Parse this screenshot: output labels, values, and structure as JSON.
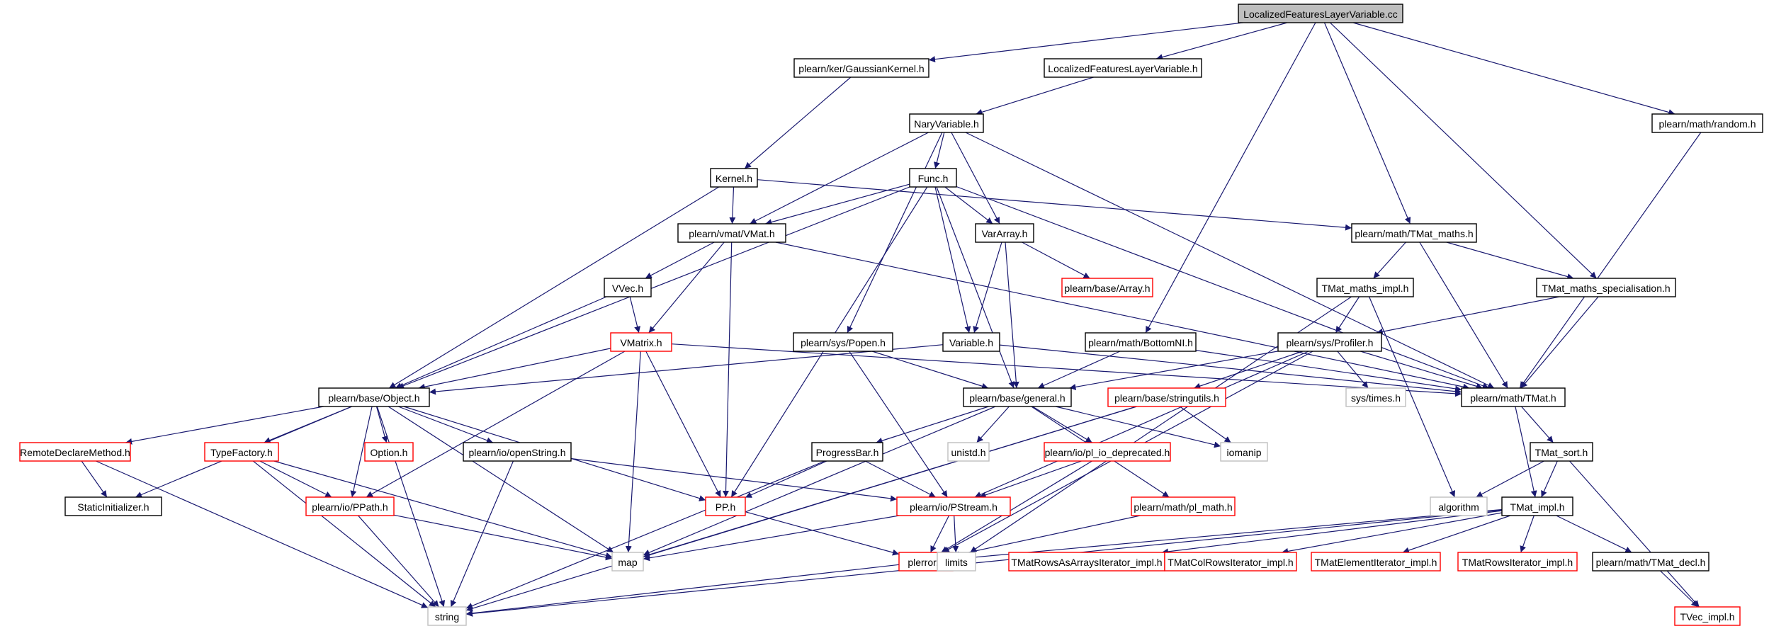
{
  "graph": {
    "nodes": [
      {
        "id": "root",
        "label": "LocalizedFeaturesLayerVariable.cc",
        "style": "root"
      },
      {
        "id": "gauss",
        "label": "plearn/ker/GaussianKernel.h",
        "style": "black"
      },
      {
        "id": "lflv_h",
        "label": "LocalizedFeaturesLayerVariable.h",
        "style": "black"
      },
      {
        "id": "random",
        "label": "plearn/math/random.h",
        "style": "black"
      },
      {
        "id": "nary",
        "label": "NaryVariable.h",
        "style": "black"
      },
      {
        "id": "kernel",
        "label": "Kernel.h",
        "style": "black"
      },
      {
        "id": "func",
        "label": "Func.h",
        "style": "black"
      },
      {
        "id": "vmat",
        "label": "plearn/vmat/VMat.h",
        "style": "black"
      },
      {
        "id": "vararray",
        "label": "VarArray.h",
        "style": "black"
      },
      {
        "id": "tmat_maths",
        "label": "plearn/math/TMat_maths.h",
        "style": "black"
      },
      {
        "id": "vvec",
        "label": "VVec.h",
        "style": "black"
      },
      {
        "id": "array",
        "label": "plearn/base/Array.h",
        "style": "red"
      },
      {
        "id": "tmat_maths_impl",
        "label": "TMat_maths_impl.h",
        "style": "black"
      },
      {
        "id": "tmat_spec",
        "label": "TMat_maths_specialisation.h",
        "style": "black"
      },
      {
        "id": "vmatrix",
        "label": "VMatrix.h",
        "style": "red"
      },
      {
        "id": "popen",
        "label": "plearn/sys/Popen.h",
        "style": "black"
      },
      {
        "id": "variable",
        "label": "Variable.h",
        "style": "black"
      },
      {
        "id": "bottomnl",
        "label": "plearn/math/BottomNI.h",
        "style": "black"
      },
      {
        "id": "profiler",
        "label": "plearn/sys/Profiler.h",
        "style": "black"
      },
      {
        "id": "object",
        "label": "plearn/base/Object.h",
        "style": "black"
      },
      {
        "id": "general",
        "label": "plearn/base/general.h",
        "style": "black"
      },
      {
        "id": "stringutils",
        "label": "plearn/base/stringutils.h",
        "style": "red"
      },
      {
        "id": "systimes",
        "label": "sys/times.h",
        "style": "gray"
      },
      {
        "id": "tmat",
        "label": "plearn/math/TMat.h",
        "style": "black"
      },
      {
        "id": "remote",
        "label": "RemoteDeclareMethod.h",
        "style": "red"
      },
      {
        "id": "typefactory",
        "label": "TypeFactory.h",
        "style": "red"
      },
      {
        "id": "option",
        "label": "Option.h",
        "style": "red"
      },
      {
        "id": "openstring",
        "label": "plearn/io/openString.h",
        "style": "black"
      },
      {
        "id": "progressbar",
        "label": "ProgressBar.h",
        "style": "black"
      },
      {
        "id": "unistd",
        "label": "unistd.h",
        "style": "gray"
      },
      {
        "id": "pl_io_dep",
        "label": "plearn/io/pl_io_deprecated.h",
        "style": "red"
      },
      {
        "id": "iomanip",
        "label": "iomanip",
        "style": "gray"
      },
      {
        "id": "tmat_sort",
        "label": "TMat_sort.h",
        "style": "black"
      },
      {
        "id": "staticinit",
        "label": "StaticInitializer.h",
        "style": "black"
      },
      {
        "id": "ppath",
        "label": "plearn/io/PPath.h",
        "style": "red"
      },
      {
        "id": "pp",
        "label": "PP.h",
        "style": "red"
      },
      {
        "id": "pstream",
        "label": "plearn/io/PStream.h",
        "style": "red"
      },
      {
        "id": "pl_math",
        "label": "plearn/math/pl_math.h",
        "style": "red"
      },
      {
        "id": "algorithm",
        "label": "algorithm",
        "style": "gray"
      },
      {
        "id": "tmat_impl",
        "label": "TMat_impl.h",
        "style": "black"
      },
      {
        "id": "map",
        "label": "map",
        "style": "gray"
      },
      {
        "id": "plerror",
        "label": "plerror.h",
        "style": "red"
      },
      {
        "id": "limits",
        "label": "limits",
        "style": "gray"
      },
      {
        "id": "rowsasarrays",
        "label": "TMatRowsAsArraysIterator_impl.h",
        "style": "red"
      },
      {
        "id": "colrows",
        "label": "TMatColRowsIterator_impl.h",
        "style": "red"
      },
      {
        "id": "elemiter",
        "label": "TMatElementIterator_impl.h",
        "style": "red"
      },
      {
        "id": "rowsiter",
        "label": "TMatRowsIterator_impl.h",
        "style": "red"
      },
      {
        "id": "tmat_decl",
        "label": "plearn/math/TMat_decl.h",
        "style": "black"
      },
      {
        "id": "string",
        "label": "string",
        "style": "gray"
      },
      {
        "id": "tvec_impl",
        "label": "TVec_impl.h",
        "style": "red"
      }
    ],
    "edges": [
      [
        "root",
        "gauss"
      ],
      [
        "root",
        "lflv_h"
      ],
      [
        "root",
        "random"
      ],
      [
        "root",
        "tmat_maths"
      ],
      [
        "root",
        "bottomnl"
      ],
      [
        "root",
        "tmat_spec"
      ],
      [
        "gauss",
        "kernel"
      ],
      [
        "lflv_h",
        "nary"
      ],
      [
        "random",
        "tmat"
      ],
      [
        "nary",
        "func"
      ],
      [
        "nary",
        "vararray"
      ],
      [
        "nary",
        "vmat"
      ],
      [
        "nary",
        "popen"
      ],
      [
        "nary",
        "tmat"
      ],
      [
        "kernel",
        "vmat"
      ],
      [
        "kernel",
        "tmat_maths"
      ],
      [
        "kernel",
        "object"
      ],
      [
        "func",
        "vmat"
      ],
      [
        "func",
        "vararray"
      ],
      [
        "func",
        "variable"
      ],
      [
        "func",
        "general"
      ],
      [
        "func",
        "object"
      ],
      [
        "func",
        "pp"
      ],
      [
        "func",
        "tmat"
      ],
      [
        "vmat",
        "vvec"
      ],
      [
        "vmat",
        "vmatrix"
      ],
      [
        "vmat",
        "pp"
      ],
      [
        "vmat",
        "tmat"
      ],
      [
        "vararray",
        "array"
      ],
      [
        "vararray",
        "variable"
      ],
      [
        "vararray",
        "general"
      ],
      [
        "tmat_maths",
        "tmat_maths_impl"
      ],
      [
        "tmat_maths",
        "tmat_spec"
      ],
      [
        "tmat_maths",
        "tmat"
      ],
      [
        "vvec",
        "vmatrix"
      ],
      [
        "vvec",
        "object"
      ],
      [
        "tmat_maths_impl",
        "profiler"
      ],
      [
        "tmat_maths_impl",
        "algorithm"
      ],
      [
        "tmat_maths_impl",
        "limits"
      ],
      [
        "tmat_spec",
        "tmat"
      ],
      [
        "tmat_spec",
        "profiler"
      ],
      [
        "vmatrix",
        "object"
      ],
      [
        "vmatrix",
        "tmat"
      ],
      [
        "vmatrix",
        "ppath"
      ],
      [
        "vmatrix",
        "map"
      ],
      [
        "vmatrix",
        "pp"
      ],
      [
        "popen",
        "general"
      ],
      [
        "popen",
        "pstream"
      ],
      [
        "variable",
        "object"
      ],
      [
        "variable",
        "tmat"
      ],
      [
        "bottomnl",
        "general"
      ],
      [
        "bottomnl",
        "tmat"
      ],
      [
        "profiler",
        "general"
      ],
      [
        "profiler",
        "stringutils"
      ],
      [
        "profiler",
        "systimes"
      ],
      [
        "profiler",
        "tmat"
      ],
      [
        "profiler",
        "pstream"
      ],
      [
        "profiler",
        "plerror"
      ],
      [
        "object",
        "remote"
      ],
      [
        "object",
        "staticinit"
      ],
      [
        "object",
        "typefactory"
      ],
      [
        "object",
        "ppath"
      ],
      [
        "object",
        "option"
      ],
      [
        "object",
        "openstring"
      ],
      [
        "object",
        "pp"
      ],
      [
        "object",
        "map"
      ],
      [
        "object",
        "string"
      ],
      [
        "general",
        "progressbar"
      ],
      [
        "general",
        "unistd"
      ],
      [
        "general",
        "pl_io_dep"
      ],
      [
        "general",
        "iomanip"
      ],
      [
        "general",
        "pl_math"
      ],
      [
        "general",
        "map"
      ],
      [
        "stringutils",
        "iomanip"
      ],
      [
        "stringutils",
        "map"
      ],
      [
        "stringutils",
        "string"
      ],
      [
        "tmat",
        "tmat_sort"
      ],
      [
        "tmat",
        "tmat_impl"
      ],
      [
        "remote",
        "staticinit"
      ],
      [
        "remote",
        "string"
      ],
      [
        "typefactory",
        "ppath"
      ],
      [
        "typefactory",
        "map"
      ],
      [
        "typefactory",
        "string"
      ],
      [
        "openstring",
        "pstream"
      ],
      [
        "openstring",
        "string"
      ],
      [
        "progressbar",
        "pp"
      ],
      [
        "progressbar",
        "pstream"
      ],
      [
        "progressbar",
        "string"
      ],
      [
        "pl_io_dep",
        "pstream"
      ],
      [
        "pl_io_dep",
        "plerror"
      ],
      [
        "tmat_sort",
        "algorithm"
      ],
      [
        "tmat_sort",
        "tmat_impl"
      ],
      [
        "tmat_sort",
        "tvec_impl"
      ],
      [
        "ppath",
        "map"
      ],
      [
        "ppath",
        "string"
      ],
      [
        "pp",
        "plerror"
      ],
      [
        "pstream",
        "map"
      ],
      [
        "pstream",
        "plerror"
      ],
      [
        "pstream",
        "limits"
      ],
      [
        "pl_math",
        "plerror"
      ],
      [
        "tmat_impl",
        "plerror"
      ],
      [
        "tmat_impl",
        "rowsasarrays"
      ],
      [
        "tmat_impl",
        "colrows"
      ],
      [
        "tmat_impl",
        "elemiter"
      ],
      [
        "tmat_impl",
        "rowsiter"
      ],
      [
        "tmat_impl",
        "tmat_decl"
      ],
      [
        "tmat_impl",
        "string"
      ],
      [
        "tmat_decl",
        "tvec_impl"
      ],
      [
        "plerror",
        "string"
      ]
    ]
  }
}
